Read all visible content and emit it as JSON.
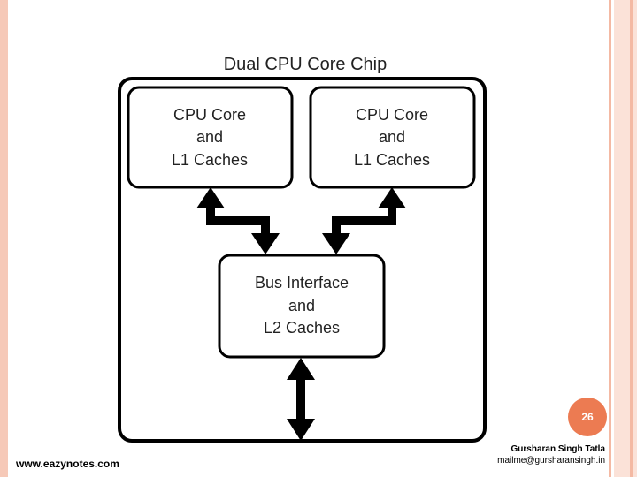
{
  "diagram": {
    "title": "Dual CPU Core Chip",
    "core_left": {
      "line1": "CPU Core",
      "line2": "and",
      "line3": "L1 Caches"
    },
    "core_right": {
      "line1": "CPU Core",
      "line2": "and",
      "line3": "L1 Caches"
    },
    "bus": {
      "line1": "Bus Interface",
      "line2": "and",
      "line3": "L2 Caches"
    }
  },
  "slide": {
    "page_number": "26",
    "website": "www.eazynotes.com",
    "author": "Gursharan Singh Tatla",
    "email": "mailme@gursharansingh.in"
  },
  "colors": {
    "accent": "#ec7b52",
    "stripe": "#f6c9b8"
  }
}
